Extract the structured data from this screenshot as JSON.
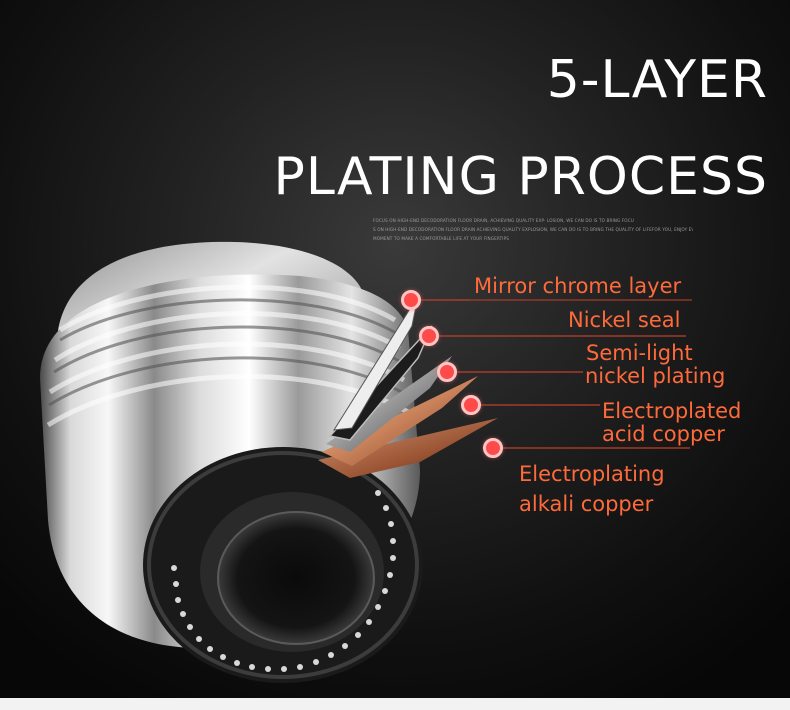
{
  "title": {
    "line1": "5-LAYER",
    "line2": "PLATING PROCESS"
  },
  "fine_print": [
    "FOCUS ON HIGH-END DECODORATION FLOOR DRAIN, ACHIEVING QUALITY EXP· LOSION, WE CAN DO IS TO BRING FOCU",
    "S ON HIGH-END DECODORATION FLOOR DRAIN ACHIEVING QUALITY EXPLOSION, WE CAN DO IS TO BRING THE QUALITY OF LIFEFOR YOU, ENJOY EVERY",
    "MOMENT TO MAKE A COMFORTABLE LIFE AT YOUR FINGERTIPS"
  ],
  "layers": [
    {
      "label_lines": [
        "Mirror chrome layer"
      ]
    },
    {
      "label_lines": [
        "Nickel seal"
      ]
    },
    {
      "label_lines": [
        "Semi-light",
        "nickel plating"
      ]
    },
    {
      "label_lines": [
        "Electroplated",
        "acid copper"
      ]
    },
    {
      "label_lines": [
        "Electroplating",
        "alkali copper"
      ]
    }
  ],
  "colors": {
    "label": "#ff6a3a",
    "leader_line": "#c0402a",
    "dot": "#ff4a4a",
    "title": "#ffffff"
  },
  "icons": [
    "layer-marker-dot"
  ]
}
